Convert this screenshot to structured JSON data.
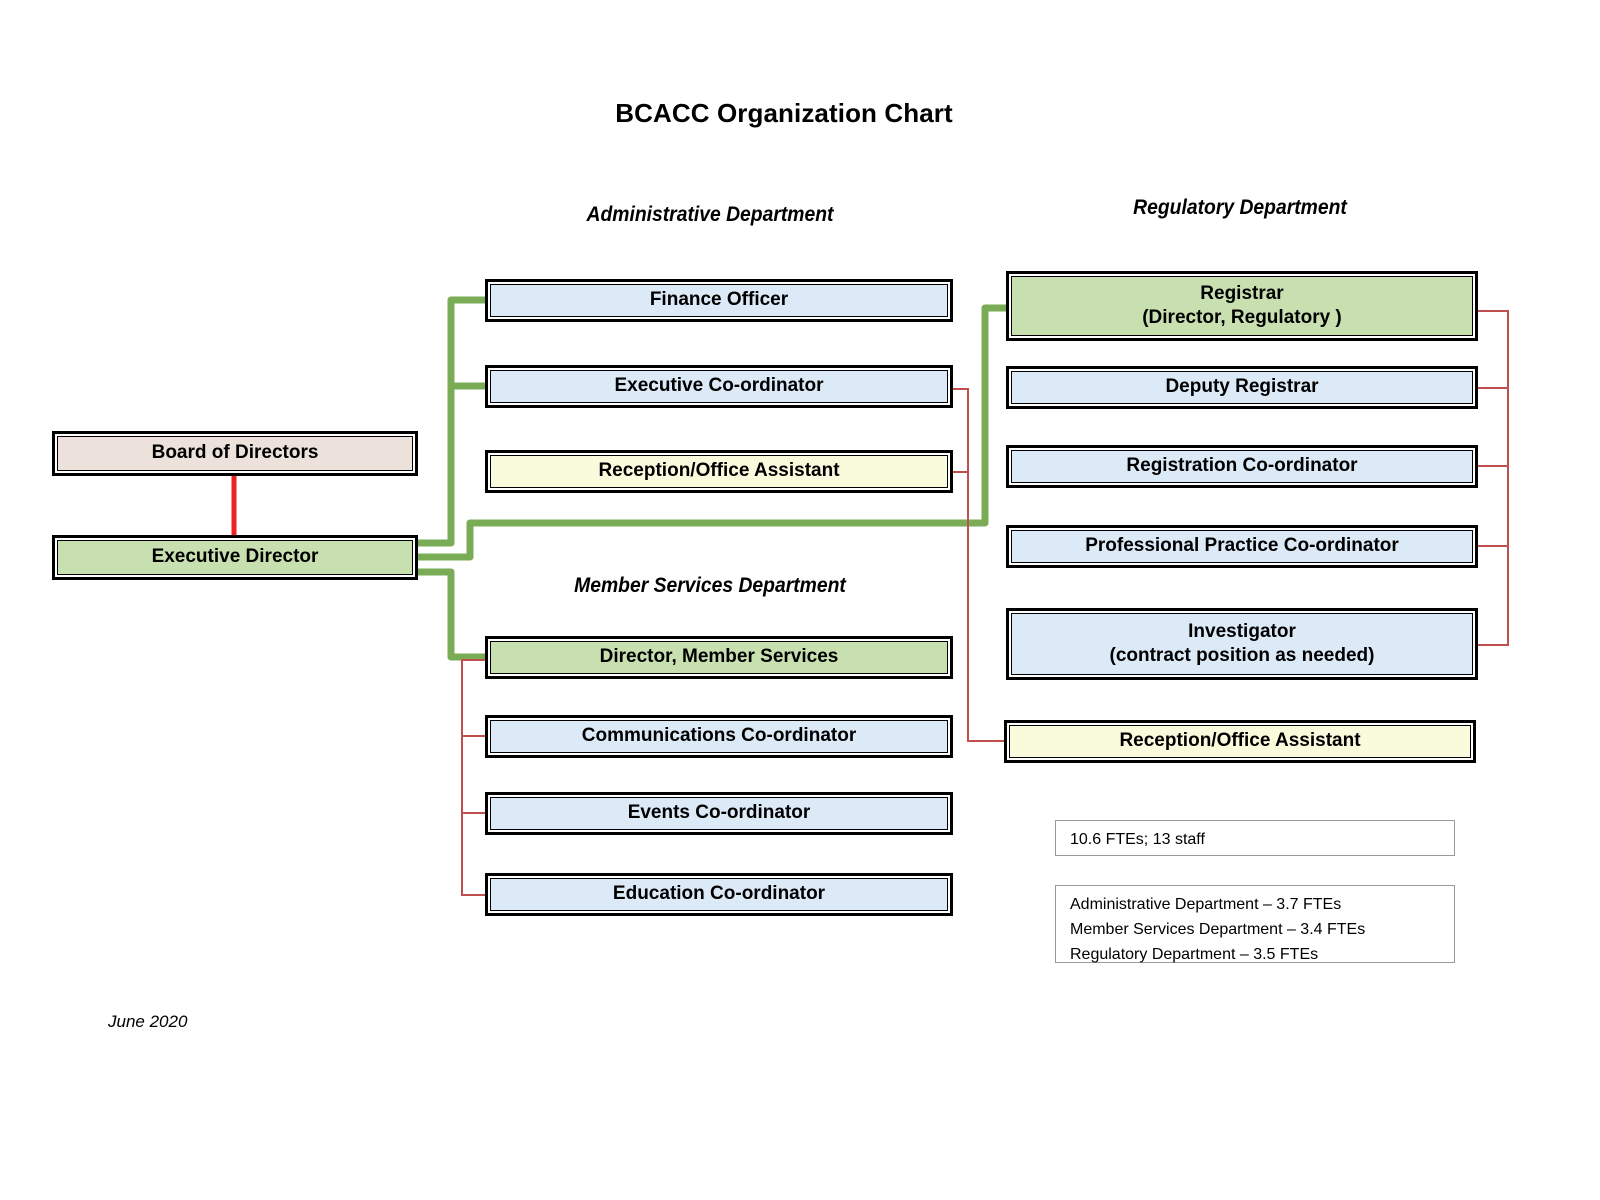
{
  "title": "BCACC Organization Chart",
  "footer": {
    "date": "June 2020"
  },
  "departments": {
    "administrative": "Administrative Department",
    "regulatory": "Regulatory Department",
    "member_services": "Member Services Department"
  },
  "nodes": {
    "board": "Board of Directors",
    "executive_director": "Executive Director",
    "finance_officer": "Finance Officer",
    "executive_coordinator": "Executive Co-ordinator",
    "admin_reception": "Reception/Office Assistant",
    "registrar_line1": "Registrar",
    "registrar_line2": "(Director, Regulatory )",
    "deputy_registrar": "Deputy Registrar",
    "registration_coordinator": "Registration Co-ordinator",
    "professional_practice_coordinator": "Professional Practice Co-ordinator",
    "investigator_line1": "Investigator",
    "investigator_line2": "(contract position as needed)",
    "regulatory_reception": "Reception/Office Assistant",
    "director_member_services": "Director, Member Services",
    "communications_coordinator": "Communications Co-ordinator",
    "events_coordinator": "Events Co-ordinator",
    "education_coordinator": "Education Co-ordinator"
  },
  "notes": {
    "totals": "10.6 FTEs; 13 staff",
    "breakdown": [
      "Administrative Department – 3.7 FTEs",
      "Member Services Department – 3.4 FTEs",
      "Regulatory Department – 3.5 FTEs"
    ]
  },
  "colors": {
    "box_blue": "#dce9f7",
    "box_green": "#c8e0b0",
    "box_cream": "#fafadc",
    "box_beige": "#ece2db",
    "connector_green": "#7aab55",
    "connector_red": "#c0504d",
    "connector_red_bright": "#ee2222",
    "border": "#000000"
  }
}
